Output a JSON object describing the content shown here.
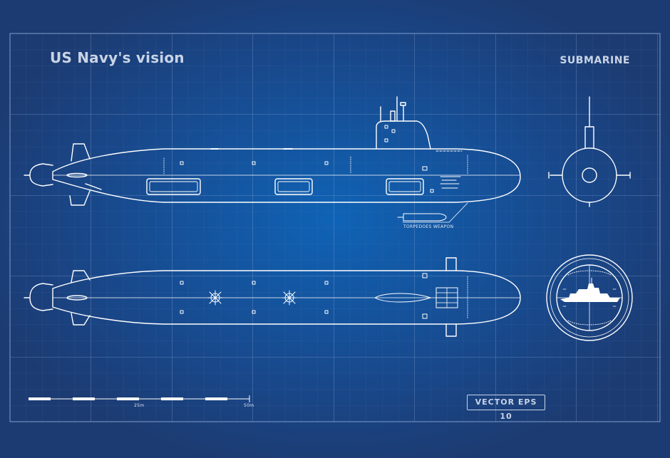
{
  "header": {
    "title": "US Navy's vision",
    "subtitle": "SUBMARINE"
  },
  "labels": {
    "torpedoes": "TORPEDOES WEAPON",
    "badge": "VECTOR EPS 10"
  },
  "scale_bar": {
    "mark_mid": "25m",
    "mark_end": "50m"
  },
  "colors": {
    "background": "#1c3b72",
    "glow": "#0f62b4",
    "line": "#ffffff",
    "grid": "#6d8cc0"
  }
}
